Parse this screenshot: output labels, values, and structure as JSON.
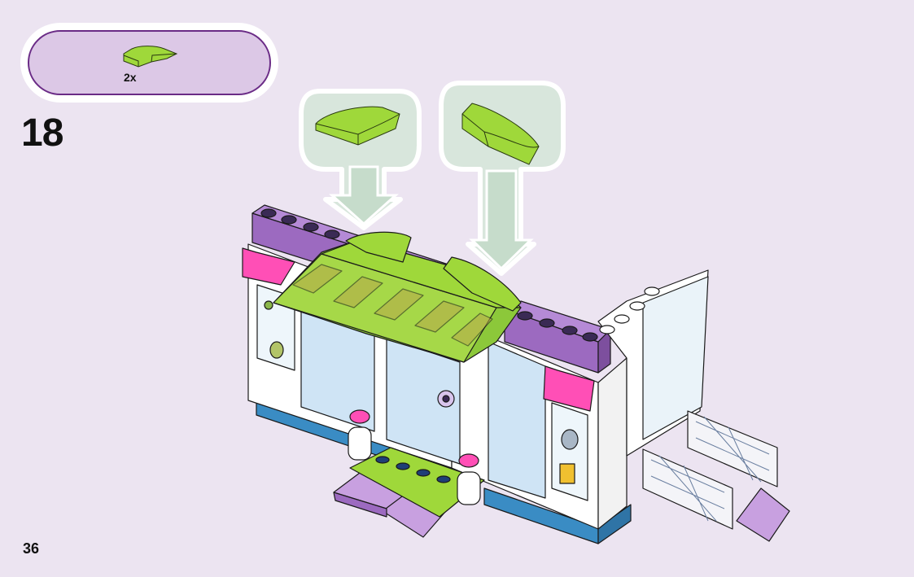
{
  "parts": {
    "quantity": "2x",
    "part_name": "lime-curved-slope-icon"
  },
  "step": {
    "number": "18"
  },
  "page": {
    "number": "36"
  },
  "colors": {
    "background": "#ece4f1",
    "parts_box_fill": "#dcc8e6",
    "parts_box_border": "#6a2b86",
    "callout_fill": "#d8e6dc",
    "lime": "#9fd83a",
    "lavender": "#9c6ac0",
    "magenta": "#ff4fb6",
    "blue_base": "#3a8cc4"
  }
}
